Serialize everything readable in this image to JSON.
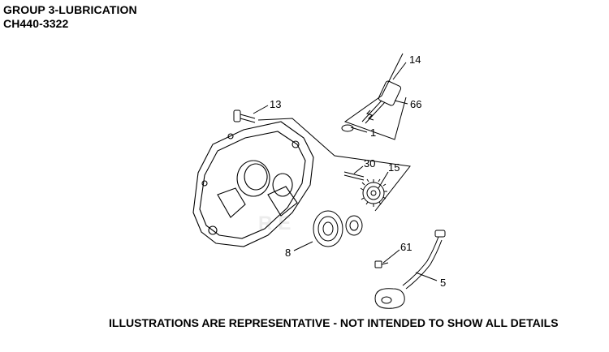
{
  "header": {
    "group_title": "GROUP 3-LUBRICATION",
    "model_number": "CH440-3322"
  },
  "callouts": [
    "14",
    "66",
    "13",
    "1",
    "30",
    "15",
    "8",
    "61",
    "5"
  ],
  "watermark": "RE",
  "footer": {
    "disclaimer": "ILLUSTRATIONS ARE REPRESENTATIVE - NOT INTENDED TO SHOW ALL DETAILS"
  }
}
